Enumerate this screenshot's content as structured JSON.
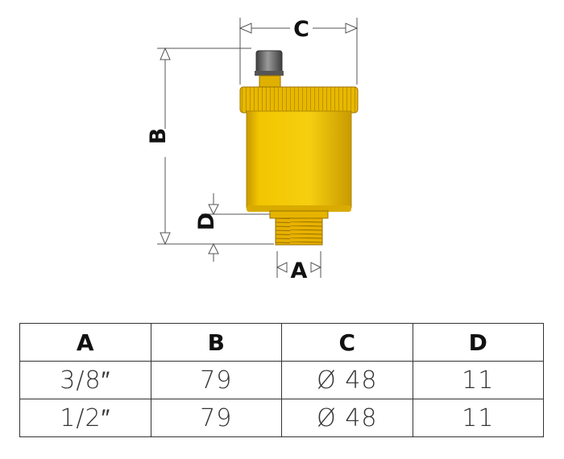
{
  "drawing": {
    "dimension_labels": {
      "a": "A",
      "b": "B",
      "c": "C",
      "d": "D"
    },
    "colors": {
      "body": "#f2c500",
      "body_shadow": "#c99a00",
      "thread": "#e0a800",
      "cap": "#6a6a6a",
      "dim_line": "#555555"
    }
  },
  "table": {
    "headers": [
      "A",
      "B",
      "C",
      "D"
    ],
    "rows": [
      [
        "3/8″",
        "79",
        "Ø 48",
        "11"
      ],
      [
        "1/2″",
        "79",
        "Ø 48",
        "11"
      ]
    ]
  }
}
